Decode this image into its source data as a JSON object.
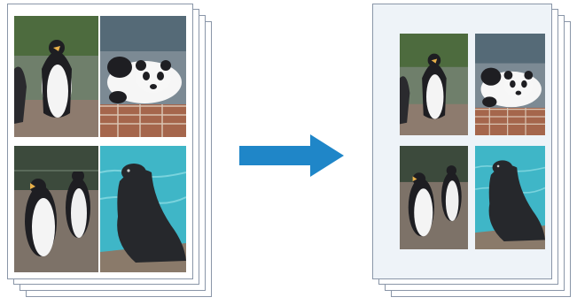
{
  "diagram": {
    "before": {
      "photos": [
        {
          "subject": "penguin-standing"
        },
        {
          "subject": "panda-lying"
        },
        {
          "subject": "penguins-group"
        },
        {
          "subject": "sea-lion"
        }
      ]
    },
    "after": {
      "photos": [
        {
          "subject": "penguin-standing"
        },
        {
          "subject": "panda-lying"
        },
        {
          "subject": "penguins-group"
        },
        {
          "subject": "sea-lion"
        }
      ]
    },
    "arrow": {
      "direction": "right",
      "color": "#1f86c8"
    },
    "colors": {
      "sheet_border": "#8a96a8",
      "sheet_fill": "#eef3f8",
      "water": "#3fb6c7",
      "grass": "#3f7a3c",
      "rock": "#8a7a6a"
    }
  }
}
